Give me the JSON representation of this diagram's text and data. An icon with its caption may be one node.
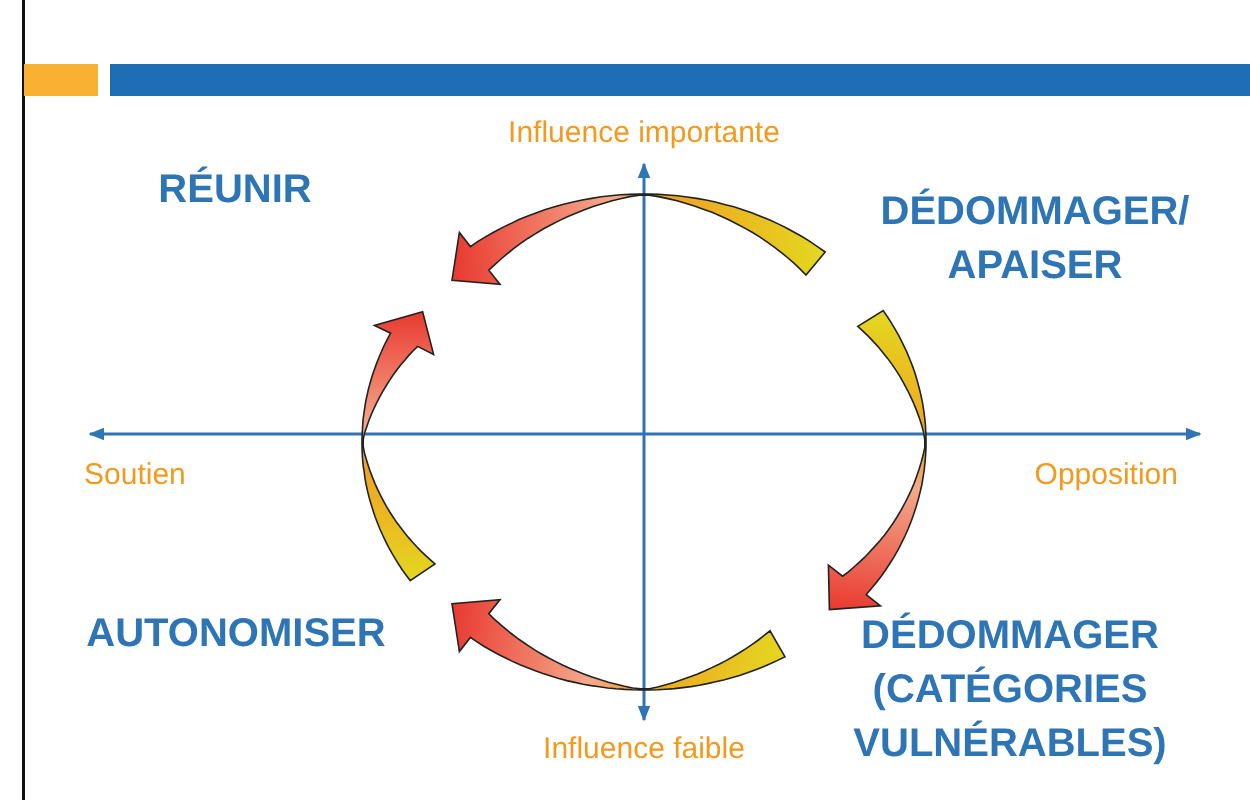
{
  "diagram": {
    "labels": [
      "Influence importante",
      "RÉUNIR",
      "DÉDOMMAGER/ APAISER",
      "Soutien",
      "Opposition",
      "AUTONOMISER",
      "DÉDOMMAGER (CATÉGORIES VULNÉRABLES)",
      "Influence faible"
    ]
  }
}
